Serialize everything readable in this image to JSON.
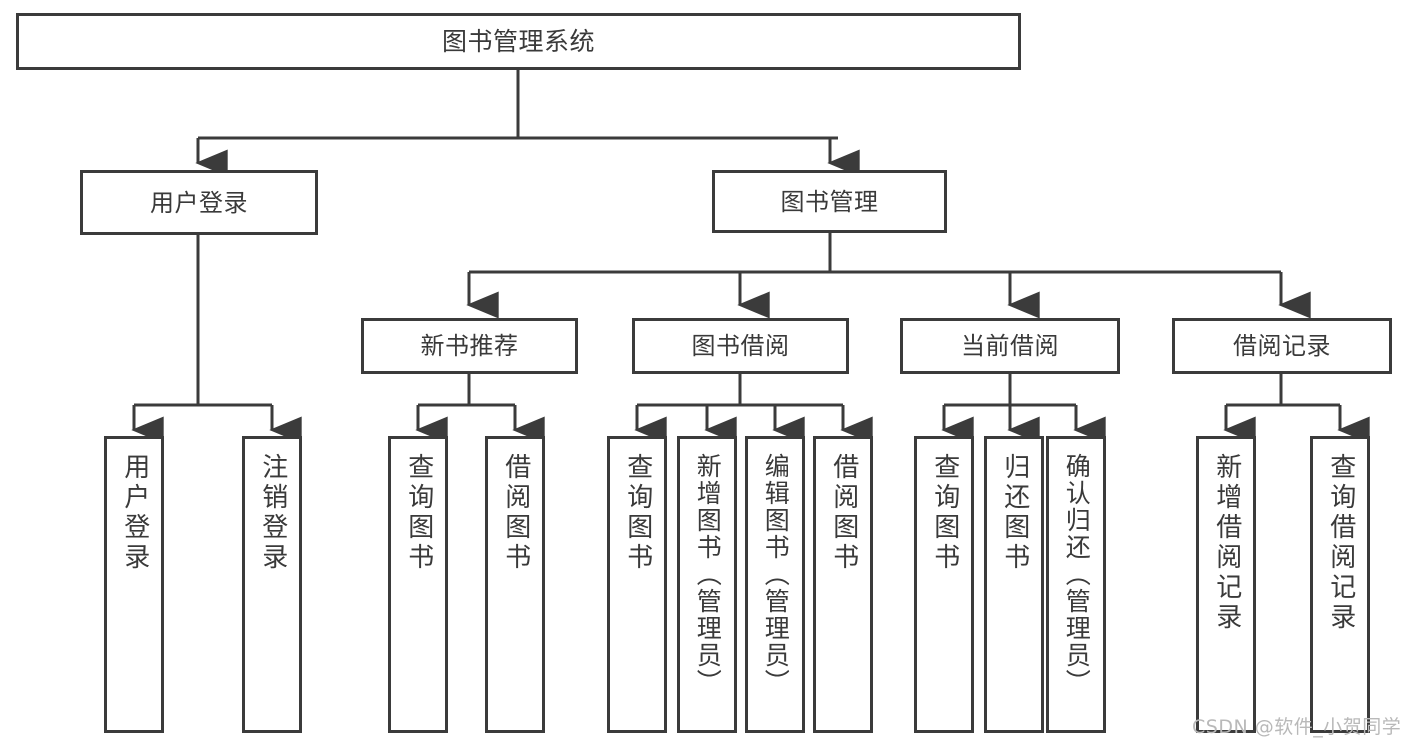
{
  "diagram": {
    "type": "tree",
    "title": "图书管理系统",
    "root": {
      "id": "root",
      "label": "图书管理系统"
    },
    "level2": [
      {
        "id": "user-login",
        "label": "用户登录"
      },
      {
        "id": "book-manage",
        "label": "图书管理"
      }
    ],
    "level3": [
      {
        "id": "new-book-rec",
        "label": "新书推荐",
        "parent": "book-manage"
      },
      {
        "id": "book-borrow",
        "label": "图书借阅",
        "parent": "book-manage"
      },
      {
        "id": "current-borrow",
        "label": "当前借阅",
        "parent": "book-manage"
      },
      {
        "id": "borrow-record",
        "label": "借阅记录",
        "parent": "book-manage"
      }
    ],
    "leaves": [
      {
        "id": "leaf-user-login",
        "label": "用户登录",
        "parent": "user-login"
      },
      {
        "id": "leaf-user-logout",
        "label": "注销登录",
        "parent": "user-login"
      },
      {
        "id": "leaf-query-book-rec",
        "label": "查询图书",
        "parent": "new-book-rec"
      },
      {
        "id": "leaf-borrow-book-rec",
        "label": "借阅图书",
        "parent": "new-book-rec"
      },
      {
        "id": "leaf-query-book-borrow",
        "label": "查询图书",
        "parent": "book-borrow"
      },
      {
        "id": "leaf-add-book",
        "label": "新增图书（管理员）",
        "parent": "book-borrow"
      },
      {
        "id": "leaf-edit-book",
        "label": "编辑图书（管理员）",
        "parent": "book-borrow"
      },
      {
        "id": "leaf-borrow-book",
        "label": "借阅图书",
        "parent": "book-borrow"
      },
      {
        "id": "leaf-query-book-cur",
        "label": "查询图书",
        "parent": "current-borrow"
      },
      {
        "id": "leaf-return-book",
        "label": "归还图书",
        "parent": "current-borrow"
      },
      {
        "id": "leaf-confirm-return",
        "label": "确认归还（管理员）",
        "parent": "current-borrow"
      },
      {
        "id": "leaf-add-record",
        "label": "新增借阅记录",
        "parent": "borrow-record"
      },
      {
        "id": "leaf-query-record",
        "label": "查询借阅记录",
        "parent": "borrow-record"
      }
    ],
    "stroke_color": "#3b3b3b",
    "background_color": "#ffffff",
    "text_color": "#3a3a3a"
  },
  "watermark": {
    "text": "CSDN @软件_小贺同学",
    "color": "#b9b9b9"
  }
}
